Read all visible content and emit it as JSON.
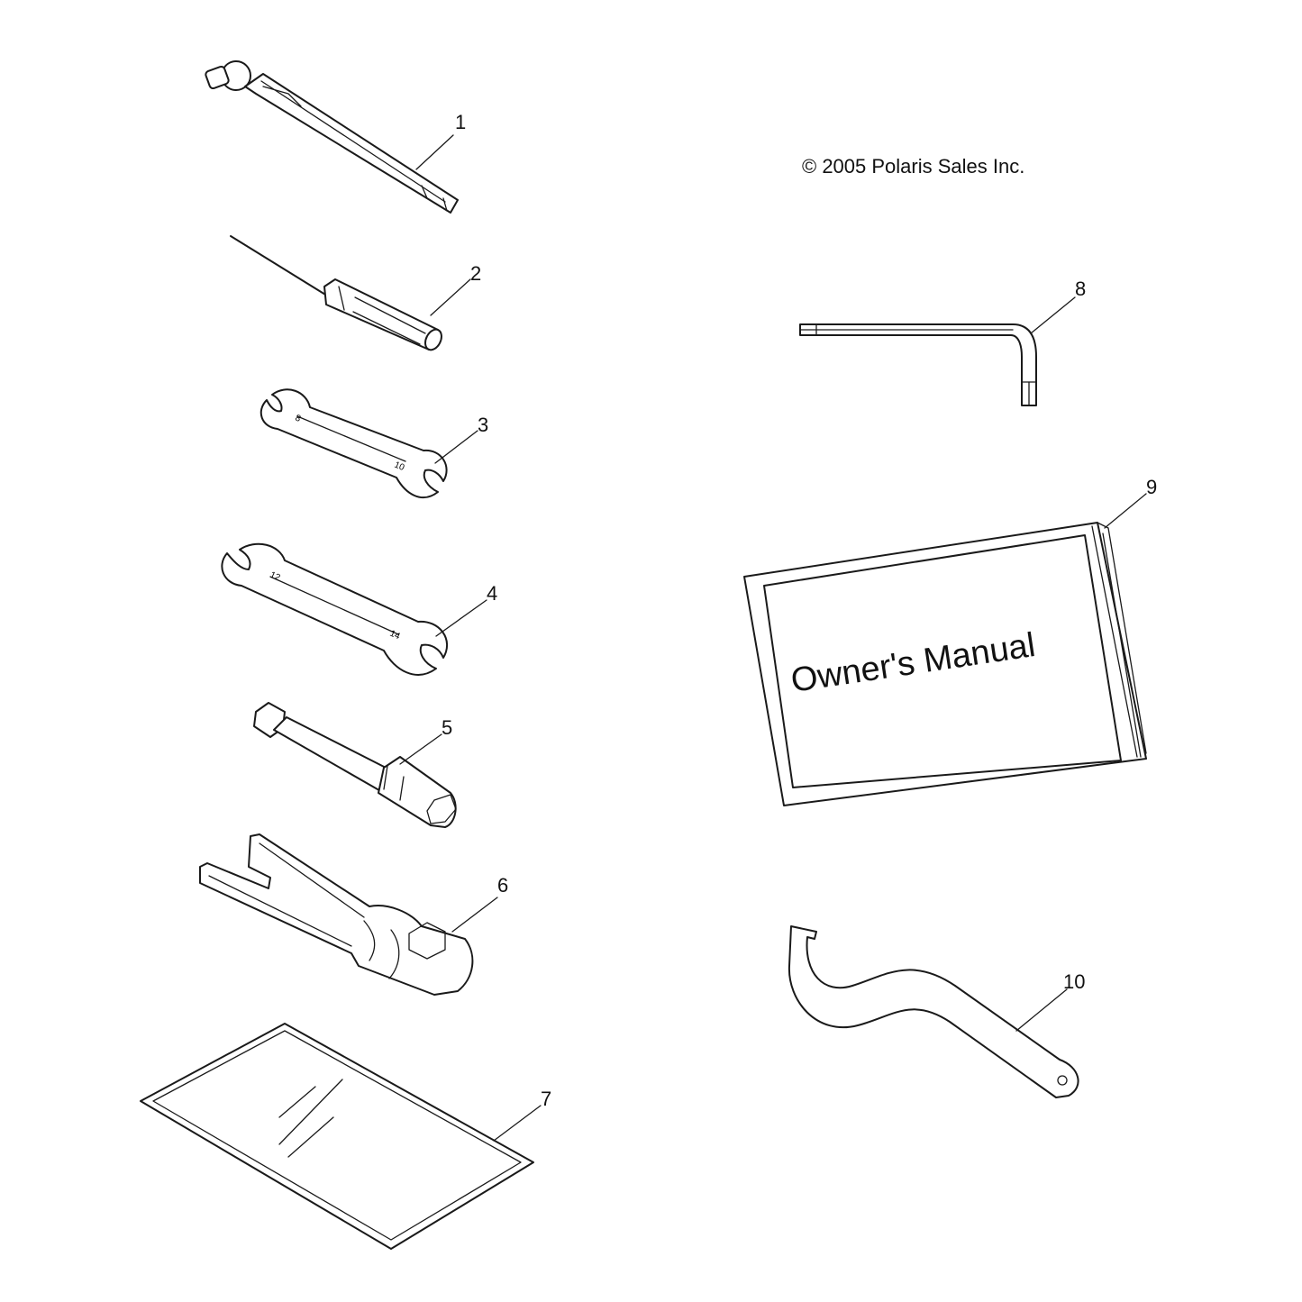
{
  "copyright": "© 2005 Polaris Sales Inc.",
  "manual_cover_text": "Owner's Manual",
  "callouts": [
    "1",
    "2",
    "3",
    "4",
    "5",
    "6",
    "7",
    "8",
    "9",
    "10"
  ],
  "wrench_markings": {
    "wrench_3_left": "8",
    "wrench_3_right": "10",
    "wrench_4_left": "12",
    "wrench_4_right": "14"
  }
}
